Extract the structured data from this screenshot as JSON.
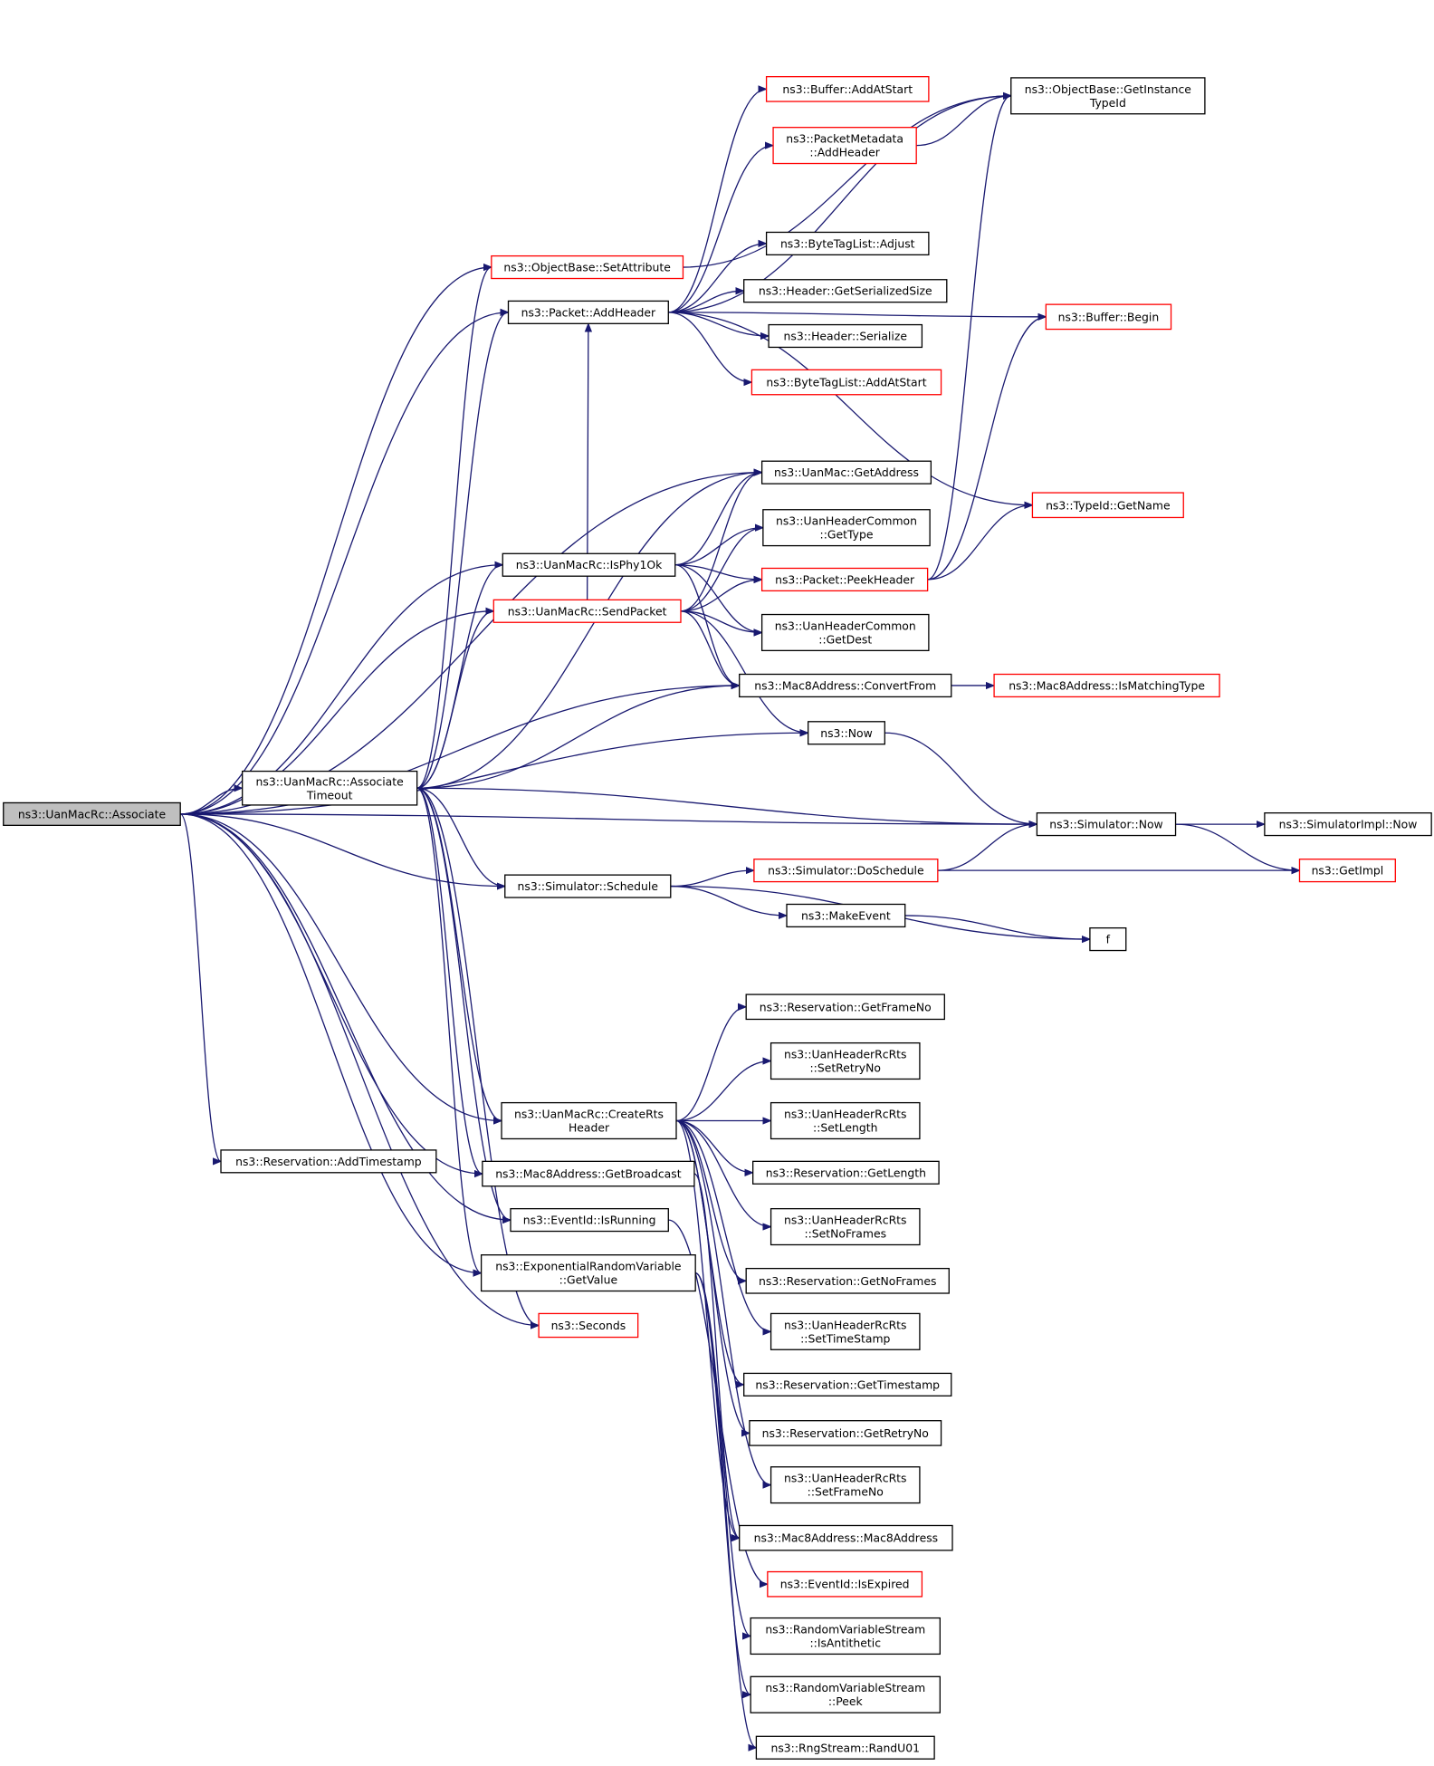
{
  "nodes": {
    "associate": {
      "lines": [
        "ns3::UanMacRc::Associate"
      ],
      "style": "root"
    },
    "assoc_timeout": {
      "lines": [
        "ns3::UanMacRc::Associate",
        "Timeout"
      ],
      "style": "normal"
    },
    "set_attribute": {
      "lines": [
        "ns3::ObjectBase::SetAttribute"
      ],
      "style": "red"
    },
    "packet_add_header": {
      "lines": [
        "ns3::Packet::AddHeader"
      ],
      "style": "normal"
    },
    "get_instance_typeid": {
      "lines": [
        "ns3::ObjectBase::GetInstance",
        "TypeId"
      ],
      "style": "normal"
    },
    "buffer_add_at_start": {
      "lines": [
        "ns3::Buffer::AddAtStart"
      ],
      "style": "red"
    },
    "pm_add_header": {
      "lines": [
        "ns3::PacketMetadata",
        "::AddHeader"
      ],
      "style": "red"
    },
    "btl_adjust": {
      "lines": [
        "ns3::ByteTagList::Adjust"
      ],
      "style": "normal"
    },
    "hdr_get_ser_size": {
      "lines": [
        "ns3::Header::GetSerializedSize"
      ],
      "style": "normal"
    },
    "buffer_begin": {
      "lines": [
        "ns3::Buffer::Begin"
      ],
      "style": "red"
    },
    "hdr_serialize": {
      "lines": [
        "ns3::Header::Serialize"
      ],
      "style": "normal"
    },
    "btl_add_at_start": {
      "lines": [
        "ns3::ByteTagList::AddAtStart"
      ],
      "style": "red"
    },
    "uanmac_get_address": {
      "lines": [
        "ns3::UanMac::GetAddress"
      ],
      "style": "normal"
    },
    "typeid_get_name": {
      "lines": [
        "ns3::TypeId::GetName"
      ],
      "style": "red"
    },
    "uhc_get_type": {
      "lines": [
        "ns3::UanHeaderCommon",
        "::GetType"
      ],
      "style": "normal"
    },
    "is_phy1ok": {
      "lines": [
        "ns3::UanMacRc::IsPhy1Ok"
      ],
      "style": "normal"
    },
    "peek_header": {
      "lines": [
        "ns3::Packet::PeekHeader"
      ],
      "style": "red"
    },
    "send_packet": {
      "lines": [
        "ns3::UanMacRc::SendPacket"
      ],
      "style": "red"
    },
    "uhc_get_dest": {
      "lines": [
        "ns3::UanHeaderCommon",
        "::GetDest"
      ],
      "style": "normal"
    },
    "mac8_convert_from": {
      "lines": [
        "ns3::Mac8Address::ConvertFrom"
      ],
      "style": "normal"
    },
    "mac8_is_matching": {
      "lines": [
        "ns3::Mac8Address::IsMatchingType"
      ],
      "style": "red"
    },
    "ns3_now": {
      "lines": [
        "ns3::Now"
      ],
      "style": "normal"
    },
    "simulator_now": {
      "lines": [
        "ns3::Simulator::Now"
      ],
      "style": "normal"
    },
    "simimpl_now": {
      "lines": [
        "ns3::SimulatorImpl::Now"
      ],
      "style": "normal"
    },
    "get_impl": {
      "lines": [
        "ns3::GetImpl"
      ],
      "style": "red"
    },
    "do_schedule": {
      "lines": [
        "ns3::Simulator::DoSchedule"
      ],
      "style": "red"
    },
    "schedule": {
      "lines": [
        "ns3::Simulator::Schedule"
      ],
      "style": "normal"
    },
    "make_event": {
      "lines": [
        "ns3::MakeEvent"
      ],
      "style": "normal"
    },
    "f": {
      "lines": [
        "f"
      ],
      "style": "normal"
    },
    "res_get_frame_no": {
      "lines": [
        "ns3::Reservation::GetFrameNo"
      ],
      "style": "normal"
    },
    "rts_set_retry_no": {
      "lines": [
        "ns3::UanHeaderRcRts",
        "::SetRetryNo"
      ],
      "style": "normal"
    },
    "create_rts": {
      "lines": [
        "ns3::UanMacRc::CreateRts",
        "Header"
      ],
      "style": "normal"
    },
    "rts_set_length": {
      "lines": [
        "ns3::UanHeaderRcRts",
        "::SetLength"
      ],
      "style": "normal"
    },
    "add_timestamp": {
      "lines": [
        "ns3::Reservation::AddTimestamp"
      ],
      "style": "normal"
    },
    "mac8_get_broadcast": {
      "lines": [
        "ns3::Mac8Address::GetBroadcast"
      ],
      "style": "normal"
    },
    "res_get_length": {
      "lines": [
        "ns3::Reservation::GetLength"
      ],
      "style": "normal"
    },
    "rts_set_no_frames": {
      "lines": [
        "ns3::UanHeaderRcRts",
        "::SetNoFrames"
      ],
      "style": "normal"
    },
    "eventid_is_running": {
      "lines": [
        "ns3::EventId::IsRunning"
      ],
      "style": "normal"
    },
    "exp_get_value": {
      "lines": [
        "ns3::ExponentialRandomVariable",
        "::GetValue"
      ],
      "style": "normal"
    },
    "res_get_no_frames": {
      "lines": [
        "ns3::Reservation::GetNoFrames"
      ],
      "style": "normal"
    },
    "seconds": {
      "lines": [
        "ns3::Seconds"
      ],
      "style": "red"
    },
    "rts_set_timestamp": {
      "lines": [
        "ns3::UanHeaderRcRts",
        "::SetTimeStamp"
      ],
      "style": "normal"
    },
    "res_get_timestamp": {
      "lines": [
        "ns3::Reservation::GetTimestamp"
      ],
      "style": "normal"
    },
    "res_get_retry_no": {
      "lines": [
        "ns3::Reservation::GetRetryNo"
      ],
      "style": "normal"
    },
    "rts_set_frame_no": {
      "lines": [
        "ns3::UanHeaderRcRts",
        "::SetFrameNo"
      ],
      "style": "normal"
    },
    "mac8_ctor": {
      "lines": [
        "ns3::Mac8Address::Mac8Address"
      ],
      "style": "normal"
    },
    "eventid_is_expired": {
      "lines": [
        "ns3::EventId::IsExpired"
      ],
      "style": "red"
    },
    "rvs_is_antithetic": {
      "lines": [
        "ns3::RandomVariableStream",
        "::IsAntithetic"
      ],
      "style": "normal"
    },
    "rvs_peek": {
      "lines": [
        "ns3::RandomVariableStream",
        "::Peek"
      ],
      "style": "normal"
    },
    "rng_randu01": {
      "lines": [
        "ns3::RngStream::RandU01"
      ],
      "style": "normal"
    }
  },
  "edges": [
    [
      "associate",
      "assoc_timeout"
    ],
    [
      "associate",
      "set_attribute"
    ],
    [
      "associate",
      "packet_add_header"
    ],
    [
      "associate",
      "uanmac_get_address"
    ],
    [
      "associate",
      "is_phy1ok"
    ],
    [
      "associate",
      "send_packet"
    ],
    [
      "associate",
      "mac8_convert_from"
    ],
    [
      "associate",
      "ns3_now"
    ],
    [
      "associate",
      "simulator_now"
    ],
    [
      "associate",
      "schedule"
    ],
    [
      "associate",
      "create_rts"
    ],
    [
      "associate",
      "add_timestamp"
    ],
    [
      "associate",
      "mac8_get_broadcast"
    ],
    [
      "associate",
      "eventid_is_running"
    ],
    [
      "associate",
      "exp_get_value"
    ],
    [
      "associate",
      "seconds"
    ],
    [
      "assoc_timeout",
      "set_attribute"
    ],
    [
      "assoc_timeout",
      "packet_add_header"
    ],
    [
      "assoc_timeout",
      "uanmac_get_address"
    ],
    [
      "assoc_timeout",
      "is_phy1ok"
    ],
    [
      "assoc_timeout",
      "send_packet"
    ],
    [
      "assoc_timeout",
      "mac8_convert_from"
    ],
    [
      "assoc_timeout",
      "simulator_now"
    ],
    [
      "assoc_timeout",
      "schedule"
    ],
    [
      "assoc_timeout",
      "create_rts"
    ],
    [
      "assoc_timeout",
      "mac8_get_broadcast"
    ],
    [
      "assoc_timeout",
      "eventid_is_running"
    ],
    [
      "assoc_timeout",
      "exp_get_value"
    ],
    [
      "assoc_timeout",
      "seconds"
    ],
    [
      "set_attribute",
      "get_instance_typeid"
    ],
    [
      "packet_add_header",
      "get_instance_typeid"
    ],
    [
      "packet_add_header",
      "buffer_add_at_start"
    ],
    [
      "packet_add_header",
      "pm_add_header"
    ],
    [
      "packet_add_header",
      "btl_adjust"
    ],
    [
      "packet_add_header",
      "hdr_get_ser_size"
    ],
    [
      "packet_add_header",
      "buffer_begin"
    ],
    [
      "packet_add_header",
      "hdr_serialize"
    ],
    [
      "packet_add_header",
      "btl_add_at_start"
    ],
    [
      "packet_add_header",
      "typeid_get_name"
    ],
    [
      "pm_add_header",
      "get_instance_typeid"
    ],
    [
      "is_phy1ok",
      "uanmac_get_address"
    ],
    [
      "is_phy1ok",
      "uhc_get_type"
    ],
    [
      "is_phy1ok",
      "peek_header"
    ],
    [
      "is_phy1ok",
      "uhc_get_dest"
    ],
    [
      "is_phy1ok",
      "mac8_convert_from"
    ],
    [
      "send_packet",
      "uanmac_get_address"
    ],
    [
      "send_packet",
      "uhc_get_type"
    ],
    [
      "send_packet",
      "peek_header"
    ],
    [
      "send_packet",
      "uhc_get_dest"
    ],
    [
      "send_packet",
      "mac8_convert_from"
    ],
    [
      "send_packet",
      "ns3_now"
    ],
    [
      "send_packet",
      "packet_add_header"
    ],
    [
      "peek_header",
      "get_instance_typeid"
    ],
    [
      "peek_header",
      "buffer_begin"
    ],
    [
      "peek_header",
      "typeid_get_name"
    ],
    [
      "mac8_convert_from",
      "mac8_is_matching"
    ],
    [
      "ns3_now",
      "simulator_now"
    ],
    [
      "simulator_now",
      "simimpl_now"
    ],
    [
      "simulator_now",
      "get_impl"
    ],
    [
      "do_schedule",
      "simulator_now"
    ],
    [
      "do_schedule",
      "get_impl"
    ],
    [
      "schedule",
      "do_schedule"
    ],
    [
      "schedule",
      "make_event"
    ],
    [
      "schedule",
      "f"
    ],
    [
      "make_event",
      "f"
    ],
    [
      "create_rts",
      "res_get_frame_no"
    ],
    [
      "create_rts",
      "rts_set_retry_no"
    ],
    [
      "create_rts",
      "rts_set_length"
    ],
    [
      "create_rts",
      "res_get_length"
    ],
    [
      "create_rts",
      "rts_set_no_frames"
    ],
    [
      "create_rts",
      "res_get_no_frames"
    ],
    [
      "create_rts",
      "rts_set_timestamp"
    ],
    [
      "create_rts",
      "res_get_timestamp"
    ],
    [
      "create_rts",
      "res_get_retry_no"
    ],
    [
      "create_rts",
      "rts_set_frame_no"
    ],
    [
      "create_rts",
      "mac8_ctor"
    ],
    [
      "mac8_get_broadcast",
      "mac8_ctor"
    ],
    [
      "eventid_is_running",
      "eventid_is_expired"
    ],
    [
      "exp_get_value",
      "rvs_is_antithetic"
    ],
    [
      "exp_get_value",
      "rvs_peek"
    ],
    [
      "exp_get_value",
      "rng_randu01"
    ]
  ]
}
